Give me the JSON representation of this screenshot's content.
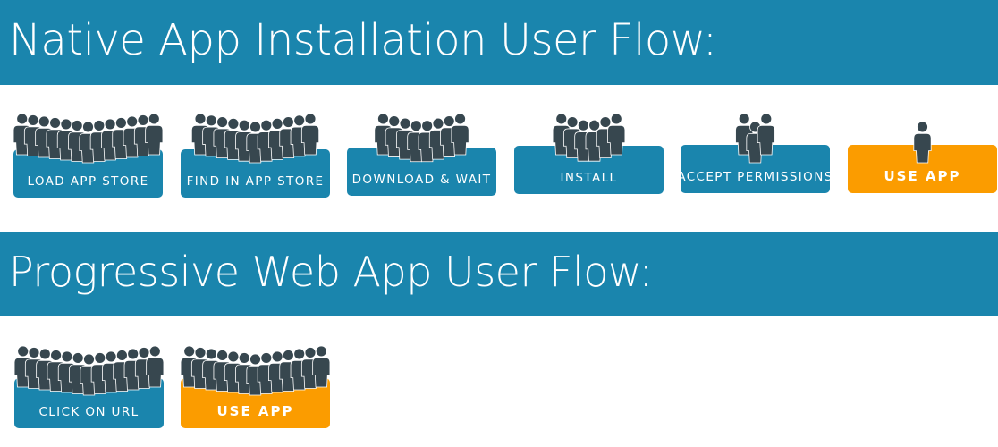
{
  "colors": {
    "banner": "#1a85ad",
    "step": "#1a85ad",
    "final_step": "#fb9c00",
    "person": "#37474f"
  },
  "native_flow": {
    "title": "Native App Installation User Flow:",
    "steps": [
      {
        "label": "LOAD APP STORE",
        "final": false,
        "users": 13
      },
      {
        "label": "FIND IN APP STORE",
        "final": false,
        "users": 11
      },
      {
        "label": "DOWNLOAD & WAIT",
        "final": false,
        "users": 8
      },
      {
        "label": "INSTALL",
        "final": false,
        "users": 6
      },
      {
        "label": "ACCEPT PERMISSIONS",
        "final": false,
        "users": 3
      },
      {
        "label": "USE APP",
        "final": true,
        "users": 1
      }
    ]
  },
  "pwa_flow": {
    "title": "Progressive Web App User Flow:",
    "steps": [
      {
        "label": "CLICK ON URL",
        "final": false,
        "users": 13
      },
      {
        "label": "USE APP",
        "final": true,
        "users": 13
      }
    ]
  }
}
